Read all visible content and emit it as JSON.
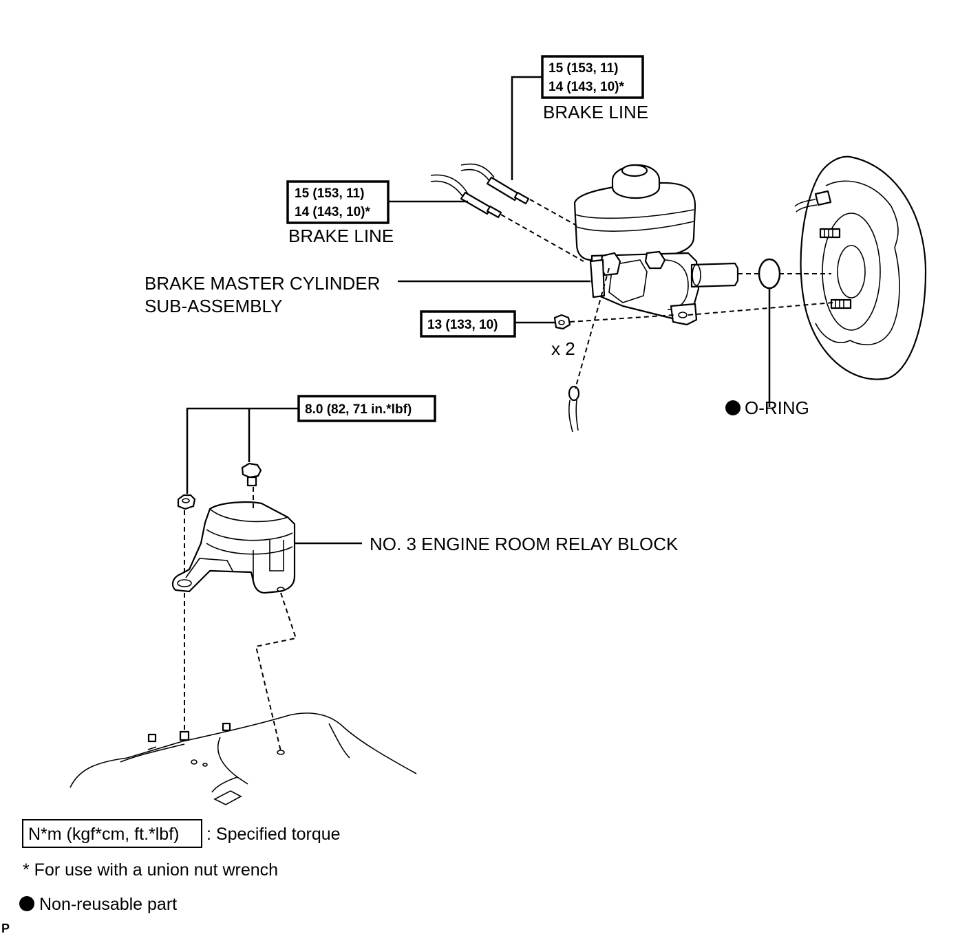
{
  "labels": {
    "brake_line_upper": "BRAKE LINE",
    "brake_line_lower": "BRAKE LINE",
    "master_cylinder_line1": "BRAKE MASTER CYLINDER",
    "master_cylinder_line2": "SUB-ASSEMBLY",
    "relay_block": "NO. 3 ENGINE ROOM RELAY BLOCK",
    "o_ring": "O-RING",
    "nut_count": "x 2"
  },
  "torque": {
    "upper_line1": "15 (153, 11)",
    "upper_line2": "14 (143, 10)*",
    "lower_line1": "15 (153, 11)",
    "lower_line2": "14 (143, 10)*",
    "nut": "13 (133, 10)",
    "relay": "8.0 (82, 71 in.*lbf)"
  },
  "legend": {
    "torque_unit": "N*m (kgf*cm, ft.*lbf)",
    "torque_desc": ": Specified torque",
    "union_note": "* For use with a union nut wrench",
    "nonreusable": "Non-reusable part"
  },
  "corner_mark": "P",
  "icons": [
    "non-reusable-dot-icon"
  ]
}
